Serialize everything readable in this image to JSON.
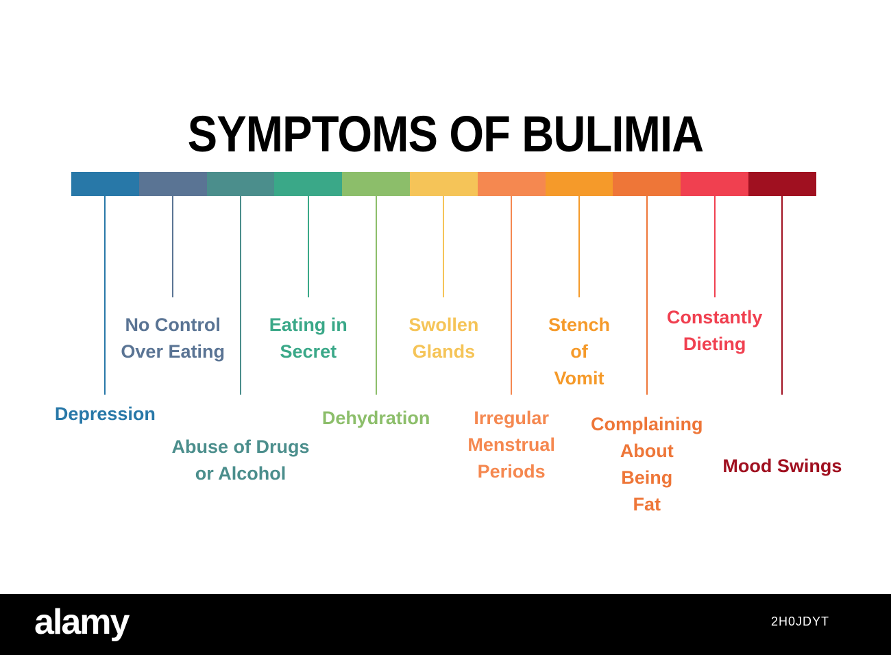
{
  "title": "SYMPTOMS OF BULIMIA",
  "symptoms": [
    {
      "label": "Depression",
      "color": "#2878a8"
    },
    {
      "label": "No Control\nOver Eating",
      "color": "#5a7494"
    },
    {
      "label": "Abuse of Drugs\nor Alcohol",
      "color": "#4b8e8c"
    },
    {
      "label": "Eating in\nSecret",
      "color": "#3aa888"
    },
    {
      "label": "Dehydration",
      "color": "#8cbe6a"
    },
    {
      "label": "Swollen\nGlands",
      "color": "#f5c458"
    },
    {
      "label": "Irregular\nMenstrual\nPeriods",
      "color": "#f58850"
    },
    {
      "label": "Stench\nof\nVomit",
      "color": "#f59a2a"
    },
    {
      "label": "Complaining\nAbout\nBeing\nFat",
      "color": "#ee7638"
    },
    {
      "label": "Constantly\nDieting",
      "color": "#f04050"
    },
    {
      "label": "Mood Swings",
      "color": "#a01020"
    }
  ],
  "footer": {
    "logo": "alamy",
    "image_id": "2H0JDYT"
  }
}
